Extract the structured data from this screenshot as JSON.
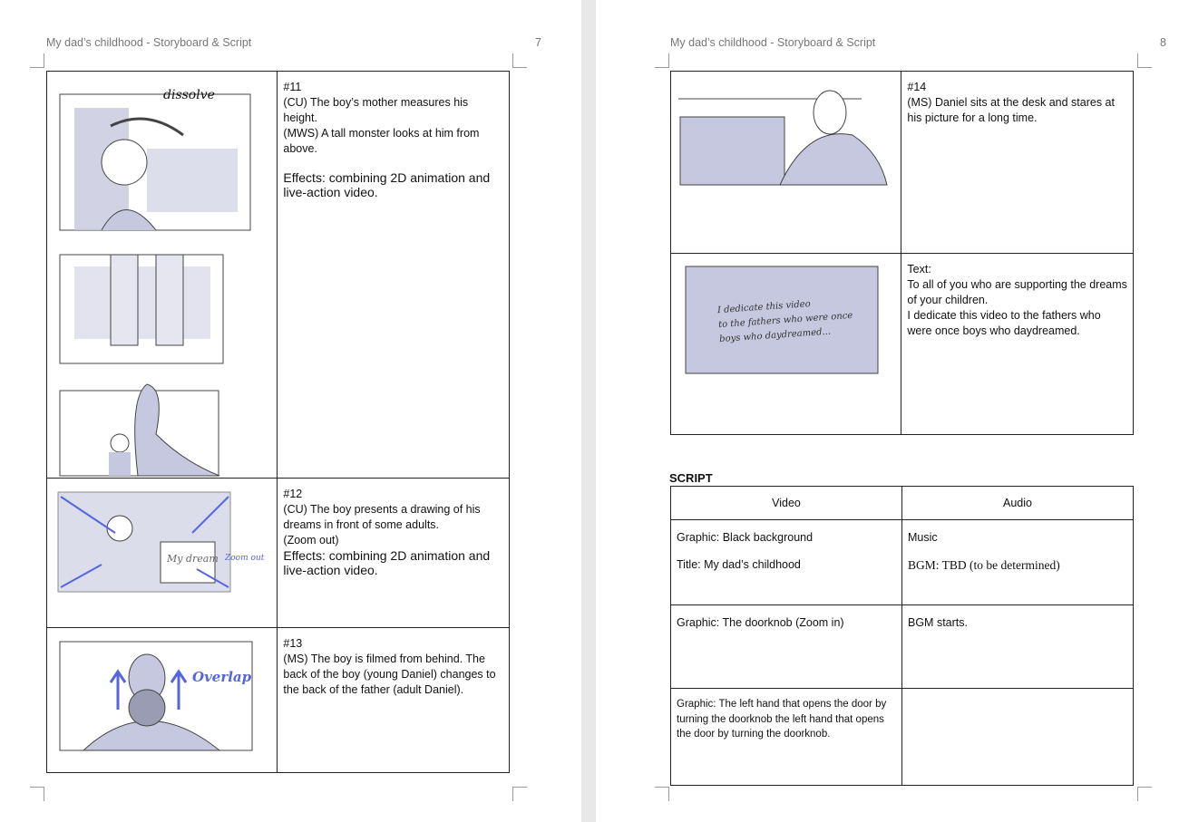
{
  "header": "My dad’s childhood - Storyboard & Script",
  "pages": [
    {
      "number": "7",
      "scenes": [
        {
          "id": "#11",
          "lines": [
            "(CU) The boy’s mother measures his height.",
            "(MWS) A tall monster looks at him from above."
          ],
          "effects": "Effects: combining 2D animation and live-action video.",
          "sketch_text": "dissolve"
        },
        {
          "id": "#12",
          "lines": [
            "(CU) The boy presents a drawing of his dreams in front of some adults.",
            "(Zoom out)"
          ],
          "effects": "Effects: combining 2D animation and live-action video.",
          "sketch_text": "Zoom out",
          "sketch_text2": "My dream"
        },
        {
          "id": "#13",
          "lines": [
            "(MS) The boy is filmed from behind. The back of the boy (young Daniel) changes to the back of the father (adult Daniel)."
          ],
          "sketch_text": "Overlap"
        }
      ]
    },
    {
      "number": "8",
      "scenes": [
        {
          "id": "#14",
          "lines": [
            "(MS) Daniel sits at the desk and stares at his picture for a long time."
          ]
        },
        {
          "label": "Text:",
          "lines": [
            "To all of you who are supporting the dreams of your children.",
            "I dedicate this video to the fathers who were once boys who daydreamed."
          ],
          "sketch_lines": [
            "I dedicate this video",
            "to the fathers who were once",
            "boys who daydreamed..."
          ]
        }
      ]
    }
  ],
  "script": {
    "title": "SCRIPT",
    "headers": [
      "Video",
      "Audio"
    ],
    "rows": [
      {
        "video": [
          "Graphic: Black background",
          "Title: My dad’s childhood"
        ],
        "audio": [
          "Music",
          "BGM: TBD (to be determined)"
        ]
      },
      {
        "video": [
          "Graphic: The doorknob (Zoom in)"
        ],
        "audio": [
          "BGM starts."
        ]
      },
      {
        "video": [
          "Graphic:  The left hand that opens the door by turning the doorknob the left hand that opens the door by turning the doorknob."
        ],
        "audio": []
      }
    ]
  },
  "colors": {
    "sketch_fill": "#c5c8df",
    "ink": "#333333",
    "annotation": "#5566dd"
  }
}
